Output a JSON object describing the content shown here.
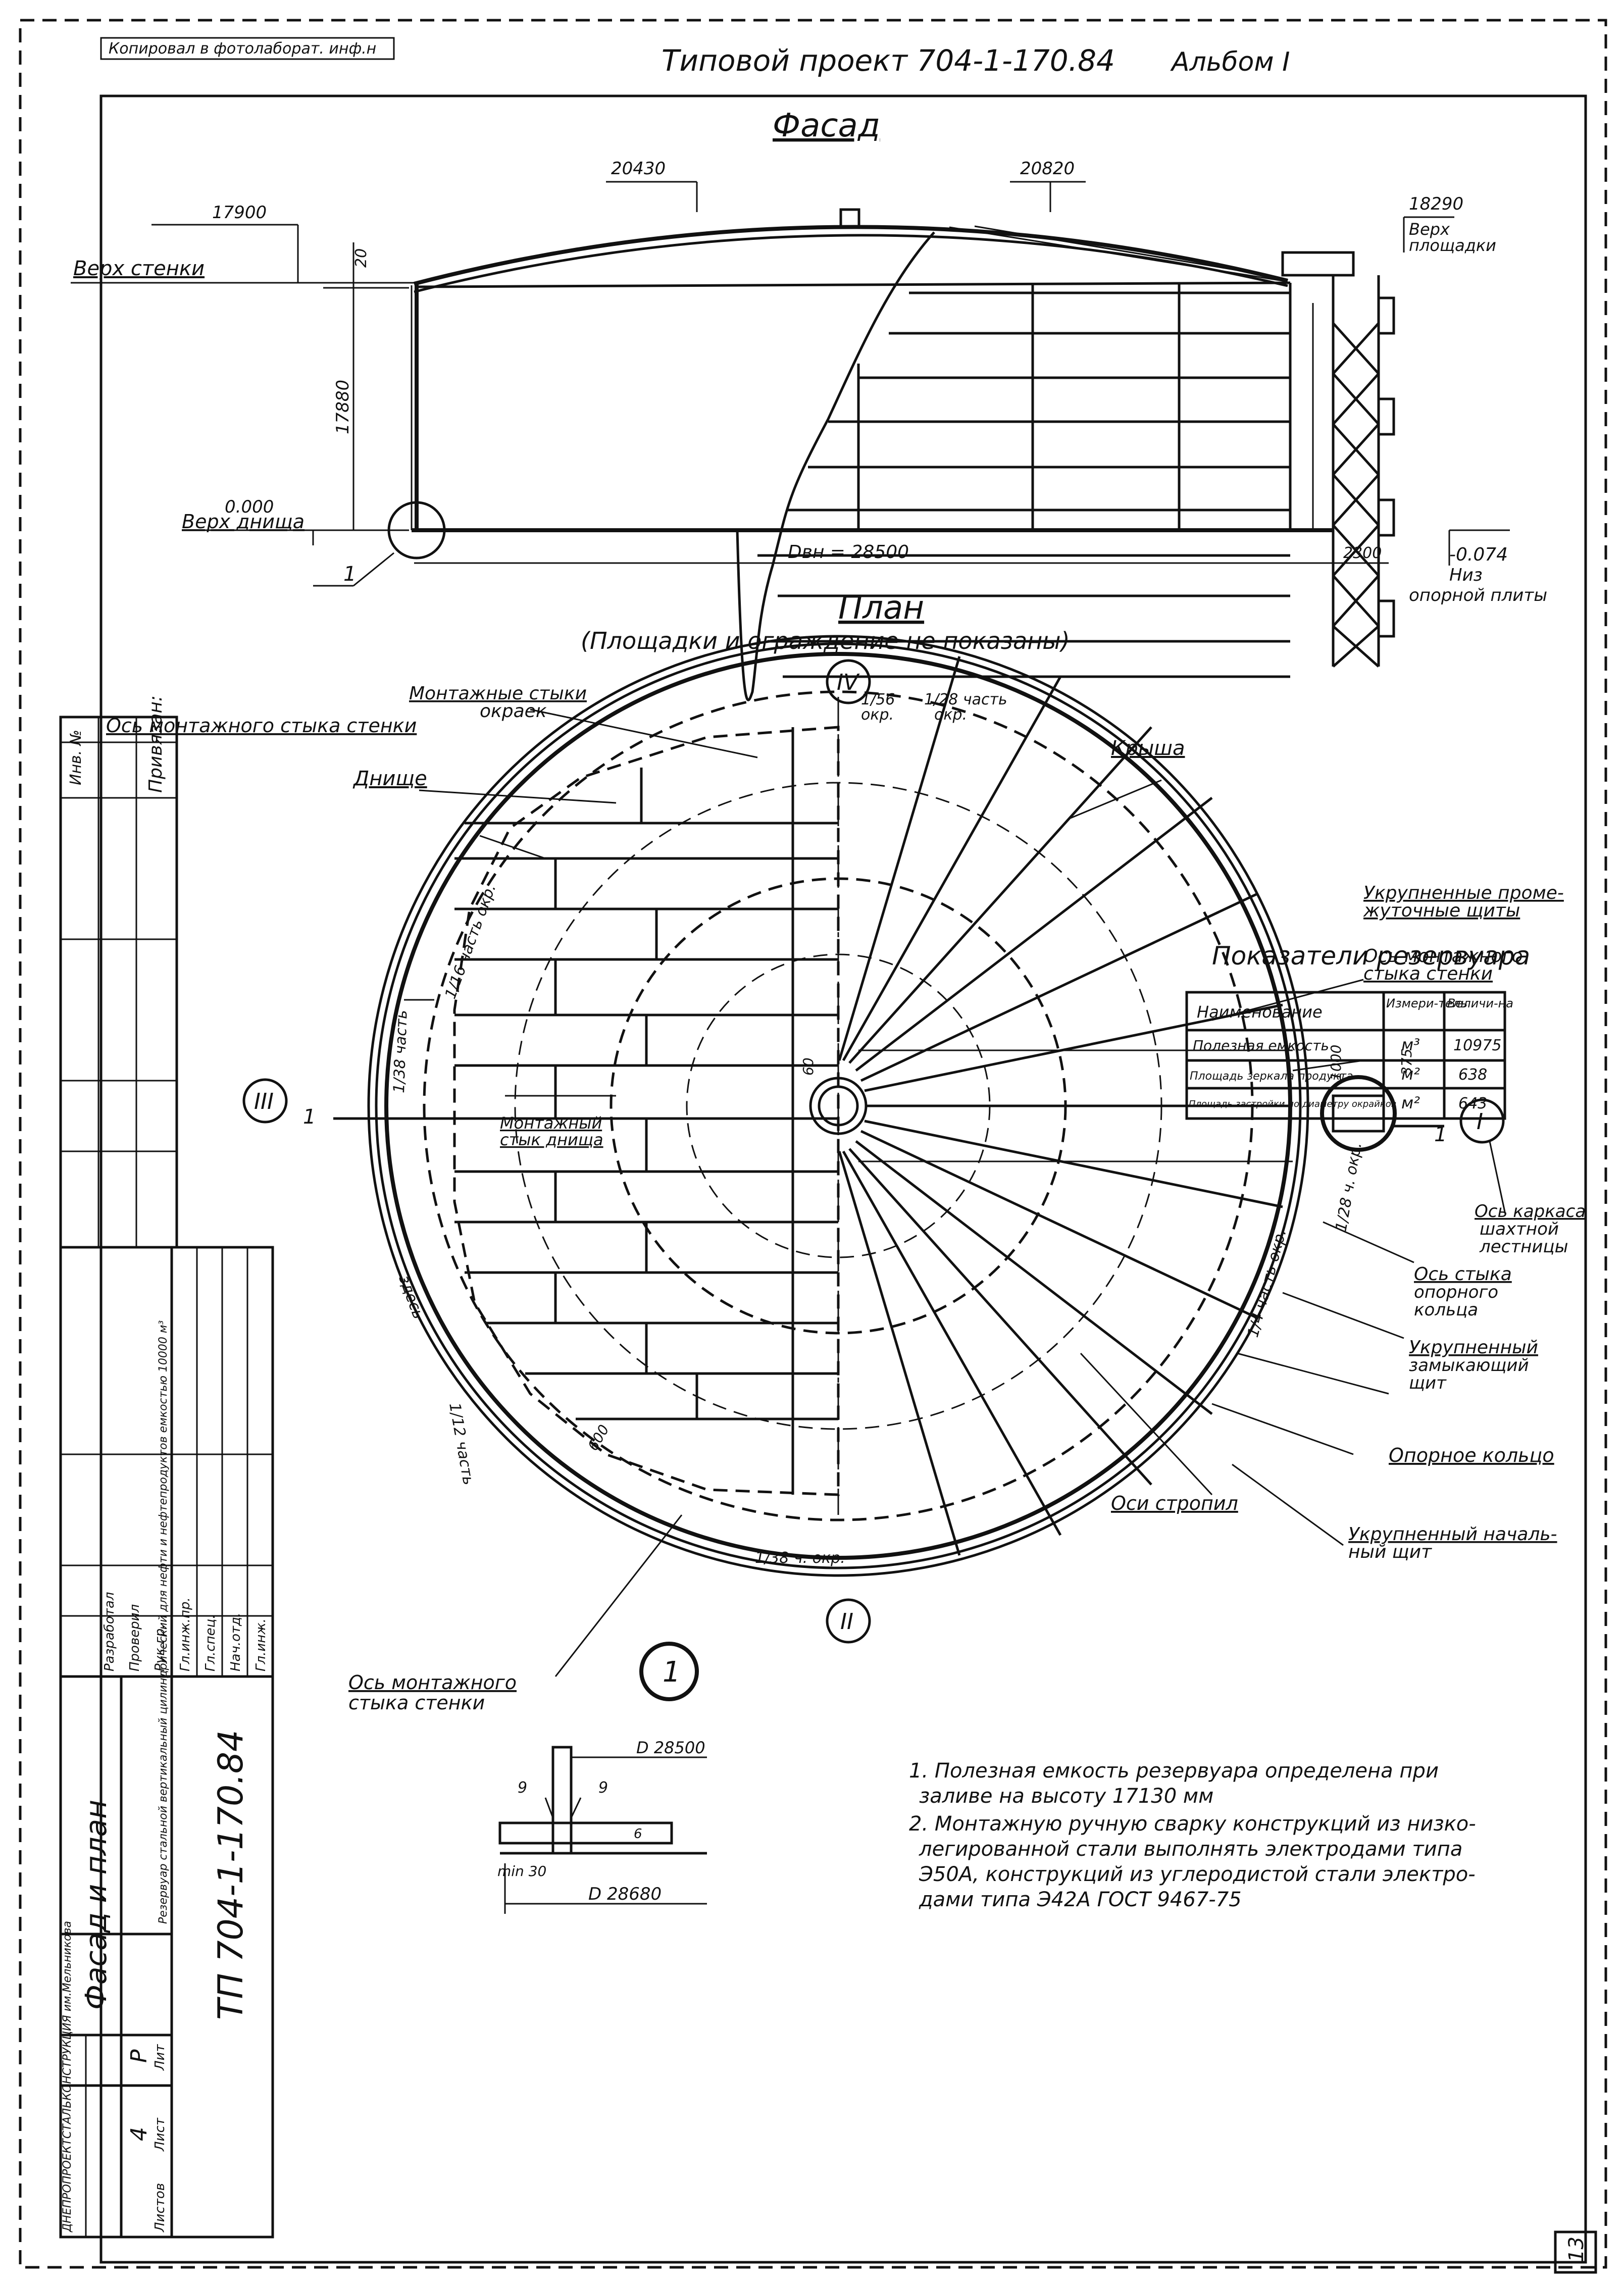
{
  "header": {
    "stamp": "Копировал в фотолаборат. инф.н",
    "project": "Типовой проект 704-1-170.84",
    "album": "Альбом I"
  },
  "facade": {
    "title": "Фасад",
    "marks": {
      "wall_top_level": "17900",
      "wall_top_label": "Верх стенки",
      "roof_left": "20430",
      "roof_right": "20820",
      "platform_level": "18290",
      "platform_label_1": "Верх",
      "platform_label_2": "площадки",
      "dim_20": "20",
      "height": "17880",
      "zero": "0.000",
      "bottom_label": "Верх днища",
      "callout": "1",
      "diameter": "Dвн = 28500",
      "stair_width": "2300",
      "base_level": "-0.074",
      "base_label_1": "Низ",
      "base_label_2": "опорной плиты"
    }
  },
  "plan": {
    "title": "План",
    "subtitle": "(Площадки и ограждение не показаны)",
    "axes": {
      "a1": "I",
      "a2": "II",
      "a3": "III",
      "a4": "IV"
    },
    "section_mark": "1",
    "labels": {
      "montage_joints": "Монтажные стыки",
      "okraek": "окраек",
      "wall_joint_axis": "Ось монтажного стыка стенки",
      "bottom": "Днище",
      "roof": "Крыша",
      "enlarged_intermediate": "Укрупненные проме-",
      "enlarged_intermediate_2": "жуточные щиты",
      "wall_joint_axis_r1": "Ось монтажного",
      "wall_joint_axis_r2": "стыка стенки",
      "frame_axis_1": "Ось каркаса",
      "frame_axis_2": "шахтной",
      "frame_axis_3": "лестницы",
      "support_ring_joint_1": "Ось стыка",
      "support_ring_joint_2": "опорного",
      "support_ring_joint_3": "кольца",
      "closing_shield_1": "Укрупненный",
      "closing_shield_2": "замыкающий",
      "closing_shield_3": "щит",
      "support_ring": "Опорное кольцо",
      "start_shield_1": "Укрупненный началь-",
      "start_shield_2": "ный щит",
      "rafters": "Оси стропил",
      "bottom_joint_1": "Монтажный",
      "bottom_joint_2": "стык днища",
      "wall_joint_bottom_1": "Ось монтажного",
      "wall_joint_bottom_2": "стыка стенки",
      "frac_1_56": "1/56",
      "okr": "окр.",
      "frac_1_28": "1/28 часть",
      "frac_1_16": "1/16 часть окр.",
      "frac_1_38": "1/38 часть",
      "frac_1_28v": "1/28 ч. окр.",
      "frac_1_4": "1/4 часть окр.",
      "frac_1_12": "1/12 часть",
      "sbrosy": "здесь",
      "frac_1_38b": "1/38 ч. окр.",
      "dim_60": "60",
      "dim_1000": "1000",
      "dim_375": "375",
      "dim_600": "600",
      "one": "1"
    }
  },
  "indicators": {
    "title": "Показатели резервуара",
    "columns": [
      "Наименование",
      "Измери-тель",
      "Величи-на"
    ],
    "rows": [
      [
        "Полезная емкость",
        "м³",
        "10975"
      ],
      [
        "Площадь зеркала продукта",
        "м²",
        "638"
      ],
      [
        "Площадь застройки по диаметру окрайков",
        "м²",
        "643"
      ]
    ]
  },
  "detail": {
    "mark": "1",
    "d1": "D 28500",
    "d2": "D 28680",
    "dim_9a": "9",
    "dim_9b": "9",
    "dim_30": "min 30",
    "dim_6": "6"
  },
  "notes": [
    "1. Полезная емкость резервуара определена при",
    "заливе на высоту 17130 мм",
    "2. Монтажную ручную сварку конструкций из низко-",
    "легированной стали выполнять электродами типа",
    "Э50А, конструкций из углеродистой стали электро-",
    "дами типа Э42А ГОСТ 9467-75"
  ],
  "titleblock": {
    "code": "ТП 704-1-170.84",
    "name": "Фасад и план",
    "org": "ДНЕПРОПРОЕКТСТАЛЬКОНСТРУКЦИЯ им.Мельникова",
    "stage_label": "Лит",
    "stage": "Р",
    "sheet_label": "Лист",
    "sheet": "4",
    "sheets_label": "Листов",
    "desc": "Резервуар стальной вертикальный цилиндрический для нефти и нефтепродуктов емкостью 10000 м³",
    "attached": "Привязан:",
    "inv": "Инв. №",
    "staff": [
      "Гл.инж.",
      "Нач.отд.",
      "Гл.спец.",
      "Гл.инж.пр.",
      "Рук.гр.",
      "Проверил",
      "Разработал"
    ],
    "sheet_num": "13"
  }
}
